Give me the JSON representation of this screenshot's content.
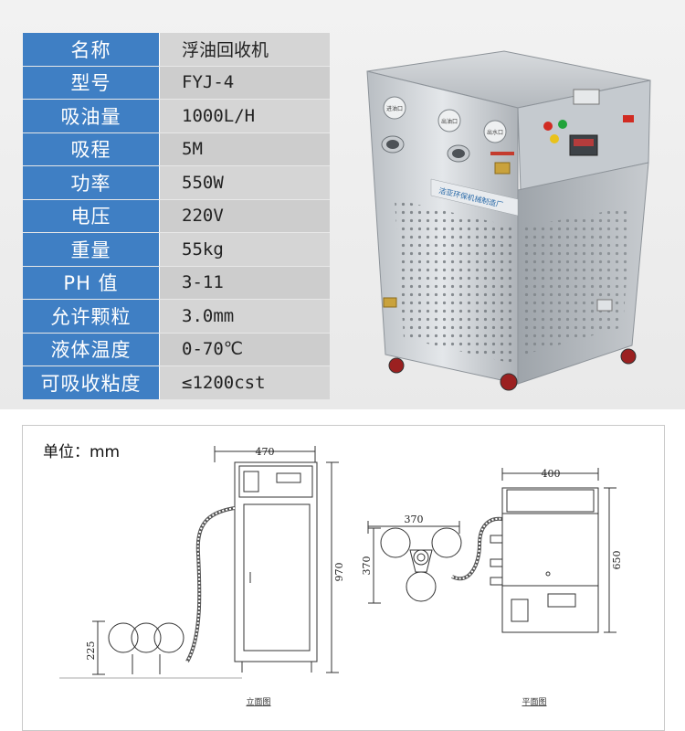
{
  "specs": [
    {
      "label": "名称",
      "value": "浮油回收机"
    },
    {
      "label": "型号",
      "value": "FYJ-4"
    },
    {
      "label": "吸油量",
      "value": "1000L/H"
    },
    {
      "label": "吸程",
      "value": "5M"
    },
    {
      "label": "功率",
      "value": "550W"
    },
    {
      "label": "电压",
      "value": "220V"
    },
    {
      "label": "重量",
      "value": "55kg"
    },
    {
      "label": "PH 值",
      "value": "3-11"
    },
    {
      "label": "允许颗粒",
      "value": "3.0mm"
    },
    {
      "label": "液体温度",
      "value": "0-70℃"
    },
    {
      "label": "可吸收粘度",
      "value": "≤1200cst"
    }
  ],
  "photo": {
    "gauge_labels": [
      "进油口",
      "出油口",
      "出水口"
    ],
    "brand_text": "洁亚环保机械制造厂"
  },
  "diagram": {
    "unit": "单位：mm",
    "elevation": {
      "width": "470",
      "height": "970",
      "float_height": "225",
      "caption": "立面图"
    },
    "plan": {
      "float_width": "370",
      "float_height": "370",
      "machine_width": "400",
      "machine_depth": "650",
      "caption": "平面图"
    }
  },
  "colors": {
    "label_bg": "#3f7fc4",
    "value_bg": "#d5d5d5"
  }
}
